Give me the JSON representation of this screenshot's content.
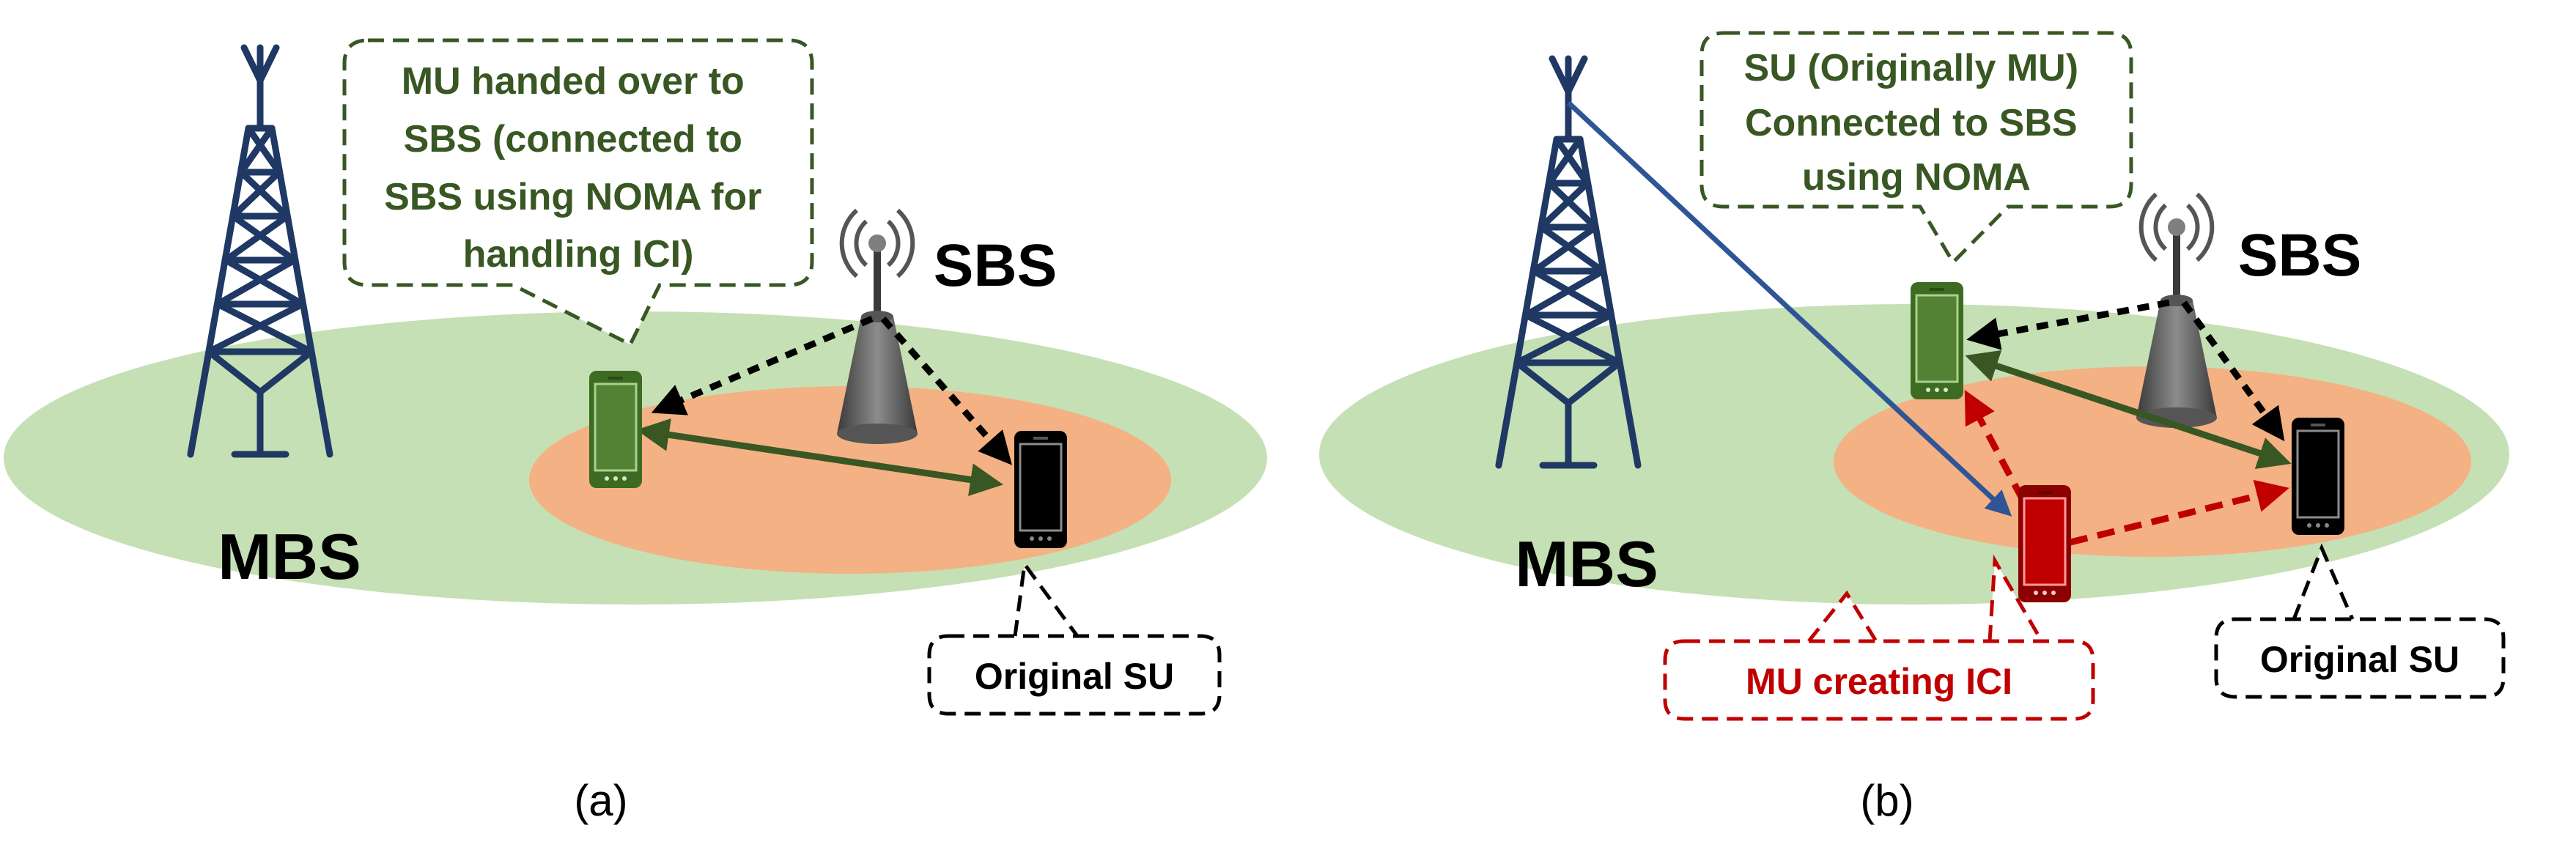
{
  "panel_a": {
    "mbs_label": "MBS",
    "sbs_label": "SBS",
    "callout_mu_lines": [
      "MU handed over to",
      "SBS (connected to",
      "SBS using NOMA for",
      "handling ICI)"
    ],
    "callout_su": "Original SU",
    "caption": "(a)"
  },
  "panel_b": {
    "mbs_label": "MBS",
    "sbs_label": "SBS",
    "callout_su_mu_lines": [
      "SU (Originally MU)",
      "Connected to SBS",
      "using NOMA"
    ],
    "callout_mu_ici": "MU creating ICI",
    "callout_su": "Original SU",
    "caption": "(b)"
  },
  "colors": {
    "macro_cell": "#c5e0b4",
    "small_cell": "#f4b183",
    "tower": "#1f3864",
    "green_device": "#548235",
    "red_device": "#c00000",
    "black_device": "#000000",
    "green_text": "#385723",
    "red_text": "#c00000"
  }
}
